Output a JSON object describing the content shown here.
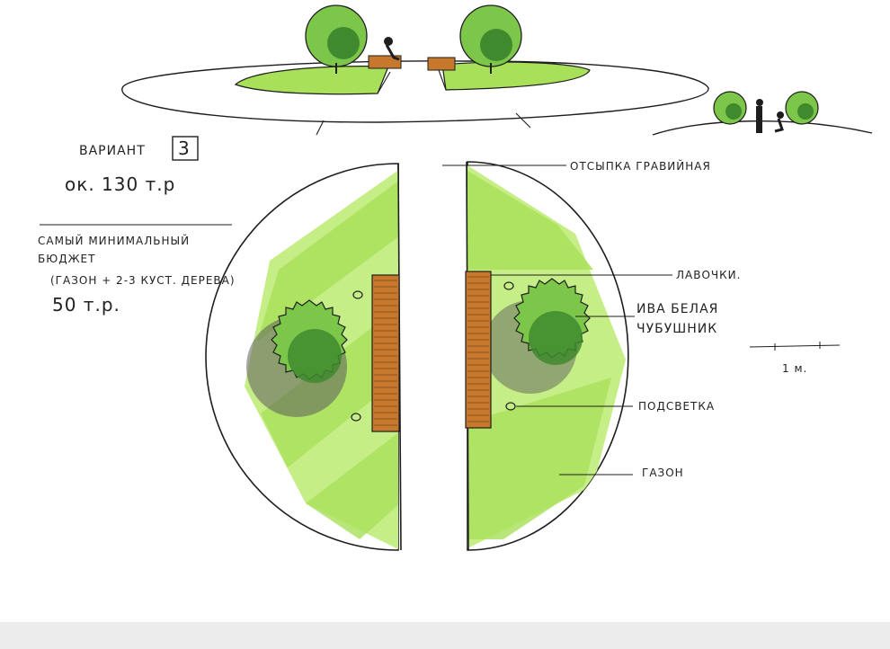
{
  "colors": {
    "lawn": "#a8e05a",
    "lawn_light": "#c6ee86",
    "tree_light": "#7cc64a",
    "tree_dark": "#3f8a2e",
    "tree_shadow": "#5d5d5d",
    "bench": "#c7782c",
    "bench_light": "#e0a35a",
    "ink": "#1e1e1e"
  },
  "notes": {
    "variant_label": "ВАРИАНТ",
    "variant_number": "3",
    "cost_main": "ок. 130 т.р",
    "budget_line1": "САМЫЙ МИНИМАЛЬНЫЙ",
    "budget_line2": "БЮДЖЕТ",
    "budget_line3": "(ГАЗОН + 2-3 КУСТ. ДЕРЕВА)",
    "budget_cost": "50 т.р."
  },
  "callouts": {
    "gravel": "ОТСЫПКА ГРАВИЙНАЯ",
    "benches": "ЛАВОЧКИ.",
    "willow": "ИВА БЕЛАЯ",
    "mockorange": "ЧУБУШНИК",
    "lighting": "ПОДСВЕТКА",
    "lawn": "ГАЗОН"
  },
  "scale_label": "1 м."
}
